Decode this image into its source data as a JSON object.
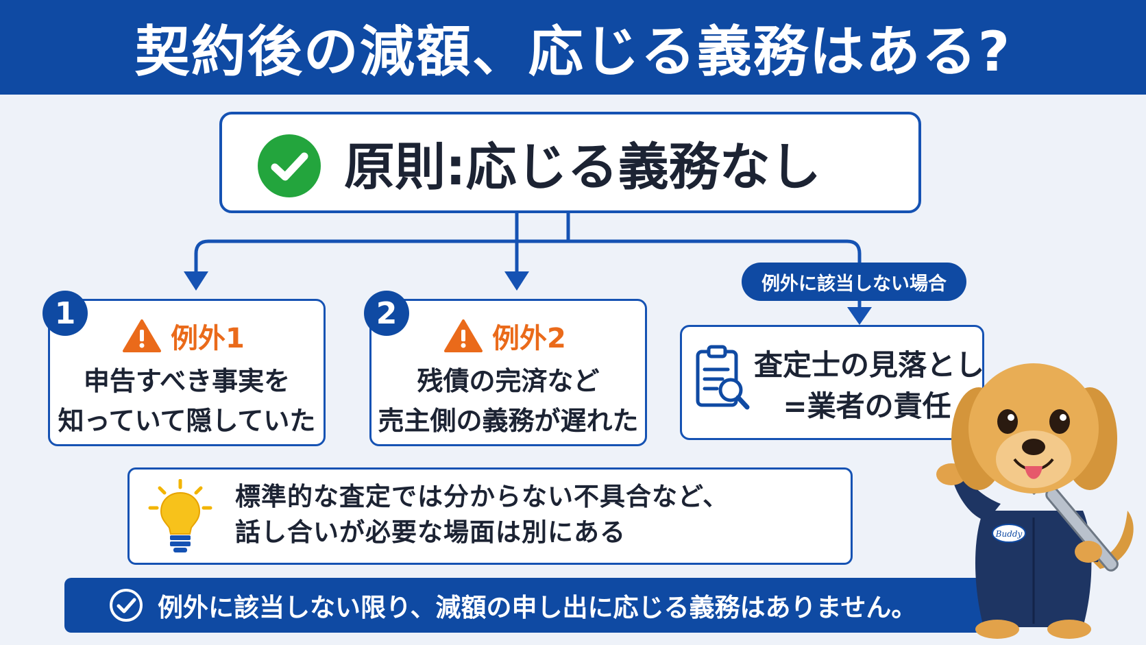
{
  "title": "契約後の減額、応じる義務はある?",
  "principle": {
    "text": "原則:応じる義務なし"
  },
  "exceptions": [
    {
      "number": "1",
      "label": "例外1",
      "lines": [
        "申告すべき事実を",
        "知っていて隠していた"
      ]
    },
    {
      "number": "2",
      "label": "例外2",
      "lines": [
        "残債の完済など",
        "売主側の義務が遅れた"
      ]
    }
  ],
  "non_exception": {
    "pill": "例外に該当しない場合",
    "lines": [
      "査定士の見落とし",
      "=業者の責任"
    ]
  },
  "note": {
    "lines": [
      "標準的な査定では分からない不具合など、",
      "話し合いが必要な場面は別にある"
    ]
  },
  "footer": {
    "text": "例外に該当しない限り、減額の申し出に応じる義務はありません。"
  },
  "mascot": {
    "badge_text": "Buddy"
  },
  "colors": {
    "primary": "#0f4aa3",
    "border": "#1552b3",
    "check_green": "#23a53d",
    "warning_orange": "#ea6a1a",
    "background": "#eef2f9"
  }
}
